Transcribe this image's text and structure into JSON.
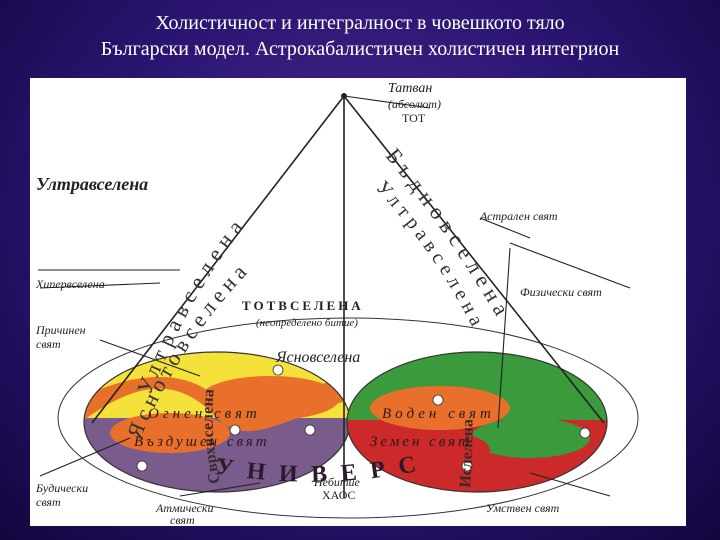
{
  "slide": {
    "title_line1": "Холистичност и интегралност в човешкото тяло",
    "title_line2": "Български модел. Астрокабалистичен холистичен интегрион"
  },
  "diagram": {
    "apex_label": "Татван",
    "apex_sublabel": "(абсолют)",
    "apex_sublabel2": "ТОТ",
    "ultra": "Ултравселена",
    "ultra_arc": "Ултравселена",
    "hyper": "Хипервселена",
    "cause1": "Причинен",
    "cause2": "свят",
    "totvselena": "ТОТВСЕЛЕНА",
    "totvselena_sub": "(неопределено битие)",
    "astral": "Астрален свят",
    "physical": "Физически свят",
    "yasnovselena": "Ясновселена",
    "left_arc": "Яснотовселена",
    "right_arc": "Бъдновселена",
    "inner_left": "Сврхвселена",
    "inner_right": "Ислелена",
    "fire": "Огнен свят",
    "water": "Воден свят",
    "air": "Въздушен свят",
    "earth": "Земен свят",
    "univers": "УНИВЕРС",
    "nebitie": "Небитие",
    "haos": "ХАОС",
    "buddhic1": "Будически",
    "buddhic2": "свят",
    "atmic1": "Атмически",
    "atmic2": "свят",
    "mental": "Умствен свят"
  },
  "colors": {
    "background": "#2a1470",
    "yellow": "#f4e23a",
    "orange": "#e8702a",
    "purple": "#7a5c8c",
    "green": "#3a9a3c",
    "red": "#cc2a2a",
    "lines": "#222222"
  }
}
